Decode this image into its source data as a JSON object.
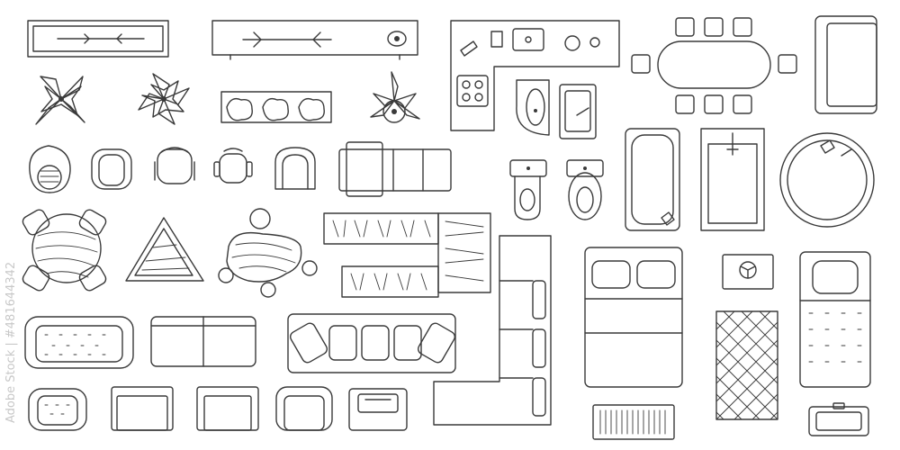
{
  "watermark": {
    "side_text": "Adobe Stock | #481644342",
    "brand": "Adobe Stock",
    "id": "#481644342"
  },
  "palette": {
    "stroke": "#3a3a3a",
    "background": "#ffffff",
    "watermark": "#c8c8c8"
  },
  "icons": [
    "tv-stand-icon",
    "media-console-icon",
    "l-shaped-kitchen-icon",
    "dining-table-icon",
    "loveseat-icon",
    "plant-icon",
    "plant-icon",
    "planter-box-icon",
    "potted-plant-icon",
    "sink-icon",
    "toilet-icon",
    "bathtub-icon",
    "shower-icon",
    "round-bathtub-icon",
    "egg-chair-icon",
    "armchair-icon",
    "office-chair-icon",
    "recliner-icon",
    "round-table-icon",
    "triangle-table-icon",
    "desk-icon",
    "bookshelf-icon",
    "corner-sofa-icon",
    "double-bed-icon",
    "tv-icon",
    "rug-icon",
    "single-bed-icon",
    "sofa-icon",
    "sectional-sofa-icon",
    "doormat-icon",
    "sink-cabinet-icon"
  ]
}
